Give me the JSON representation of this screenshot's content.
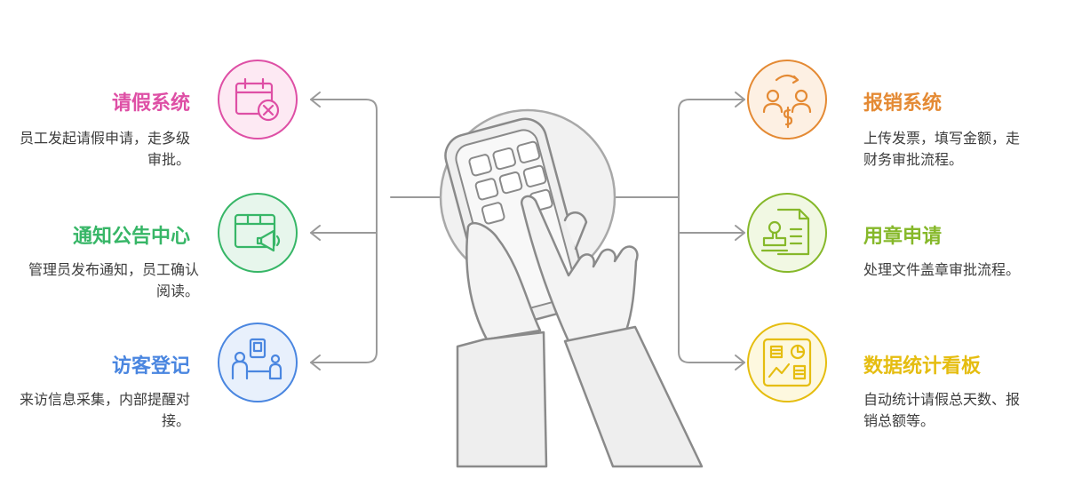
{
  "left": [
    {
      "title": "请假系统",
      "desc": "员工发起请假申请，走多级审批。",
      "color": "#de4fa5",
      "fill": "#fde9f3",
      "icon": "calendar-cancel-icon"
    },
    {
      "title": "通知公告中心",
      "desc": "管理员发布通知，员工确认阅读。",
      "color": "#37b667",
      "fill": "#e7f6ec",
      "icon": "calendar-megaphone-icon"
    },
    {
      "title": "访客登记",
      "desc": "来访信息采集，内部提醒对接。",
      "color": "#4a86e0",
      "fill": "#e8f0fc",
      "icon": "visitor-reception-icon"
    }
  ],
  "right": [
    {
      "title": "报销系统",
      "desc": "上传发票，填写金额，走财务审批流程。",
      "color": "#e48a34",
      "fill": "#fdf0e3",
      "icon": "reimbursement-exchange-icon"
    },
    {
      "title": "用章申请",
      "desc": "处理文件盖章审批流程。",
      "color": "#86b82a",
      "fill": "#f1f8e3",
      "icon": "stamp-document-icon"
    },
    {
      "title": "数据统计看板",
      "desc": "自动统计请假总天数、报销总额等。",
      "color": "#e5bd10",
      "fill": "#fdf8df",
      "icon": "dashboard-chart-icon"
    }
  ]
}
